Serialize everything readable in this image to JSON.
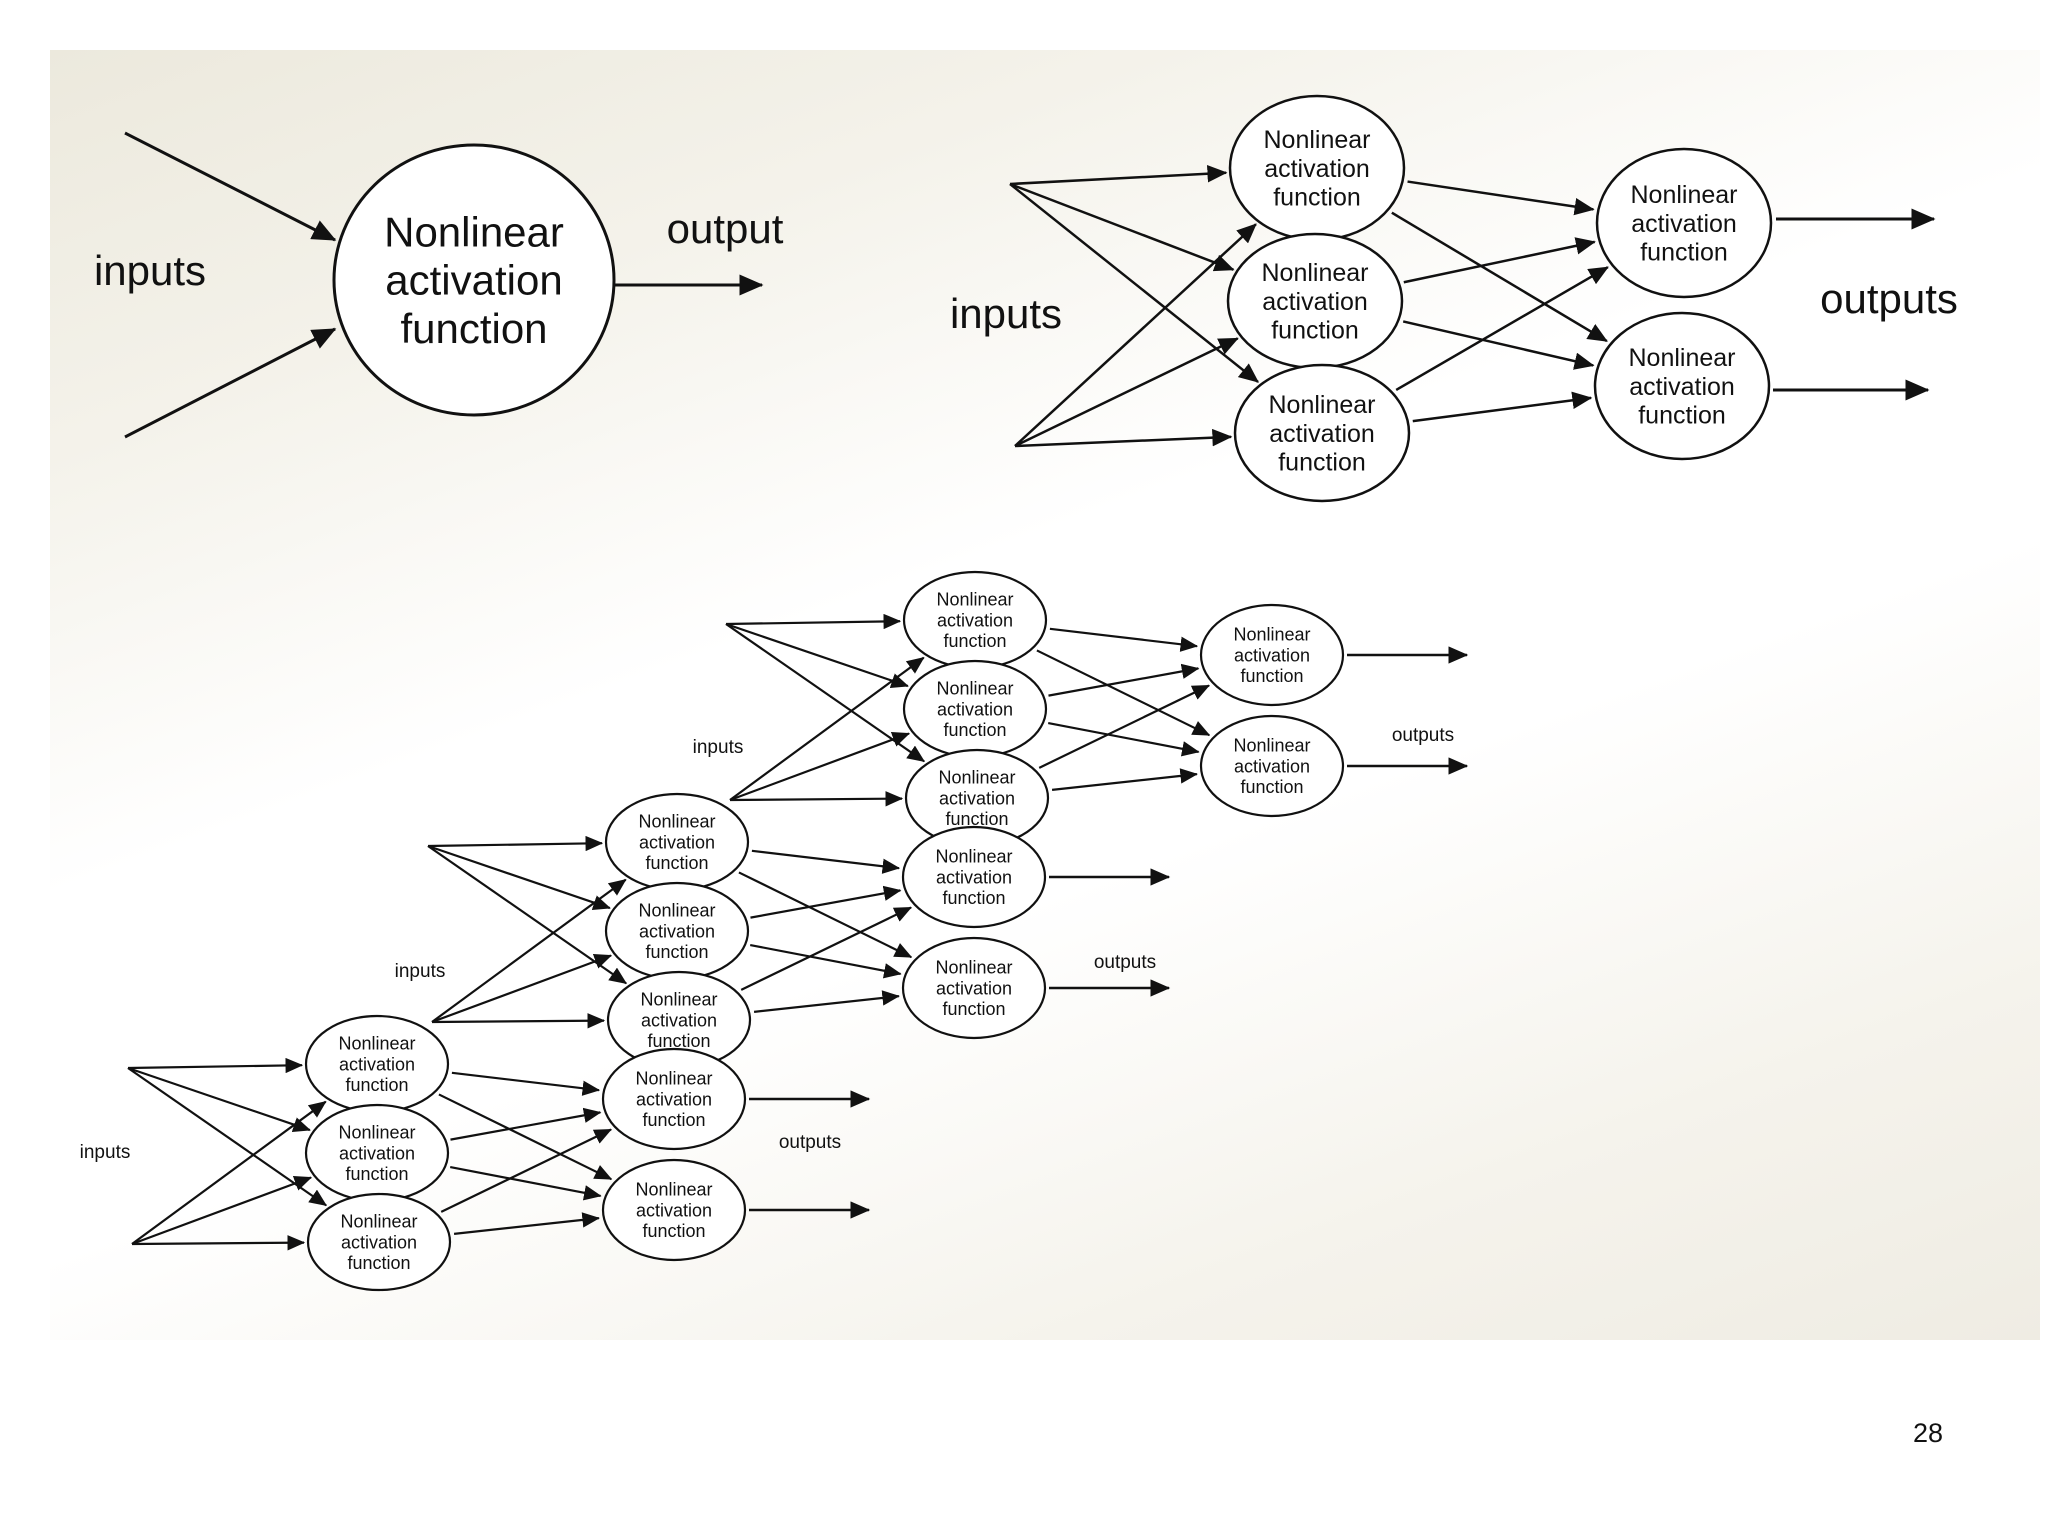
{
  "slide": {
    "page_number": "28"
  },
  "colors": {
    "ink": "#111111",
    "background": "#ffffff",
    "panel_tint": "#ece9dd"
  },
  "diagrams": {
    "single_neuron": {
      "input_label": "inputs",
      "output_label": "output",
      "node_label": [
        "Nonlinear",
        "activation",
        "function"
      ]
    },
    "two_layer_network": {
      "input_label": "inputs",
      "output_label": "outputs",
      "node_label": [
        "Nonlinear",
        "activation",
        "function"
      ]
    },
    "stacked_networks": {
      "input_label": "inputs",
      "output_label": "outputs",
      "node_label": [
        "Nonlinear",
        "activation",
        "function"
      ]
    }
  }
}
